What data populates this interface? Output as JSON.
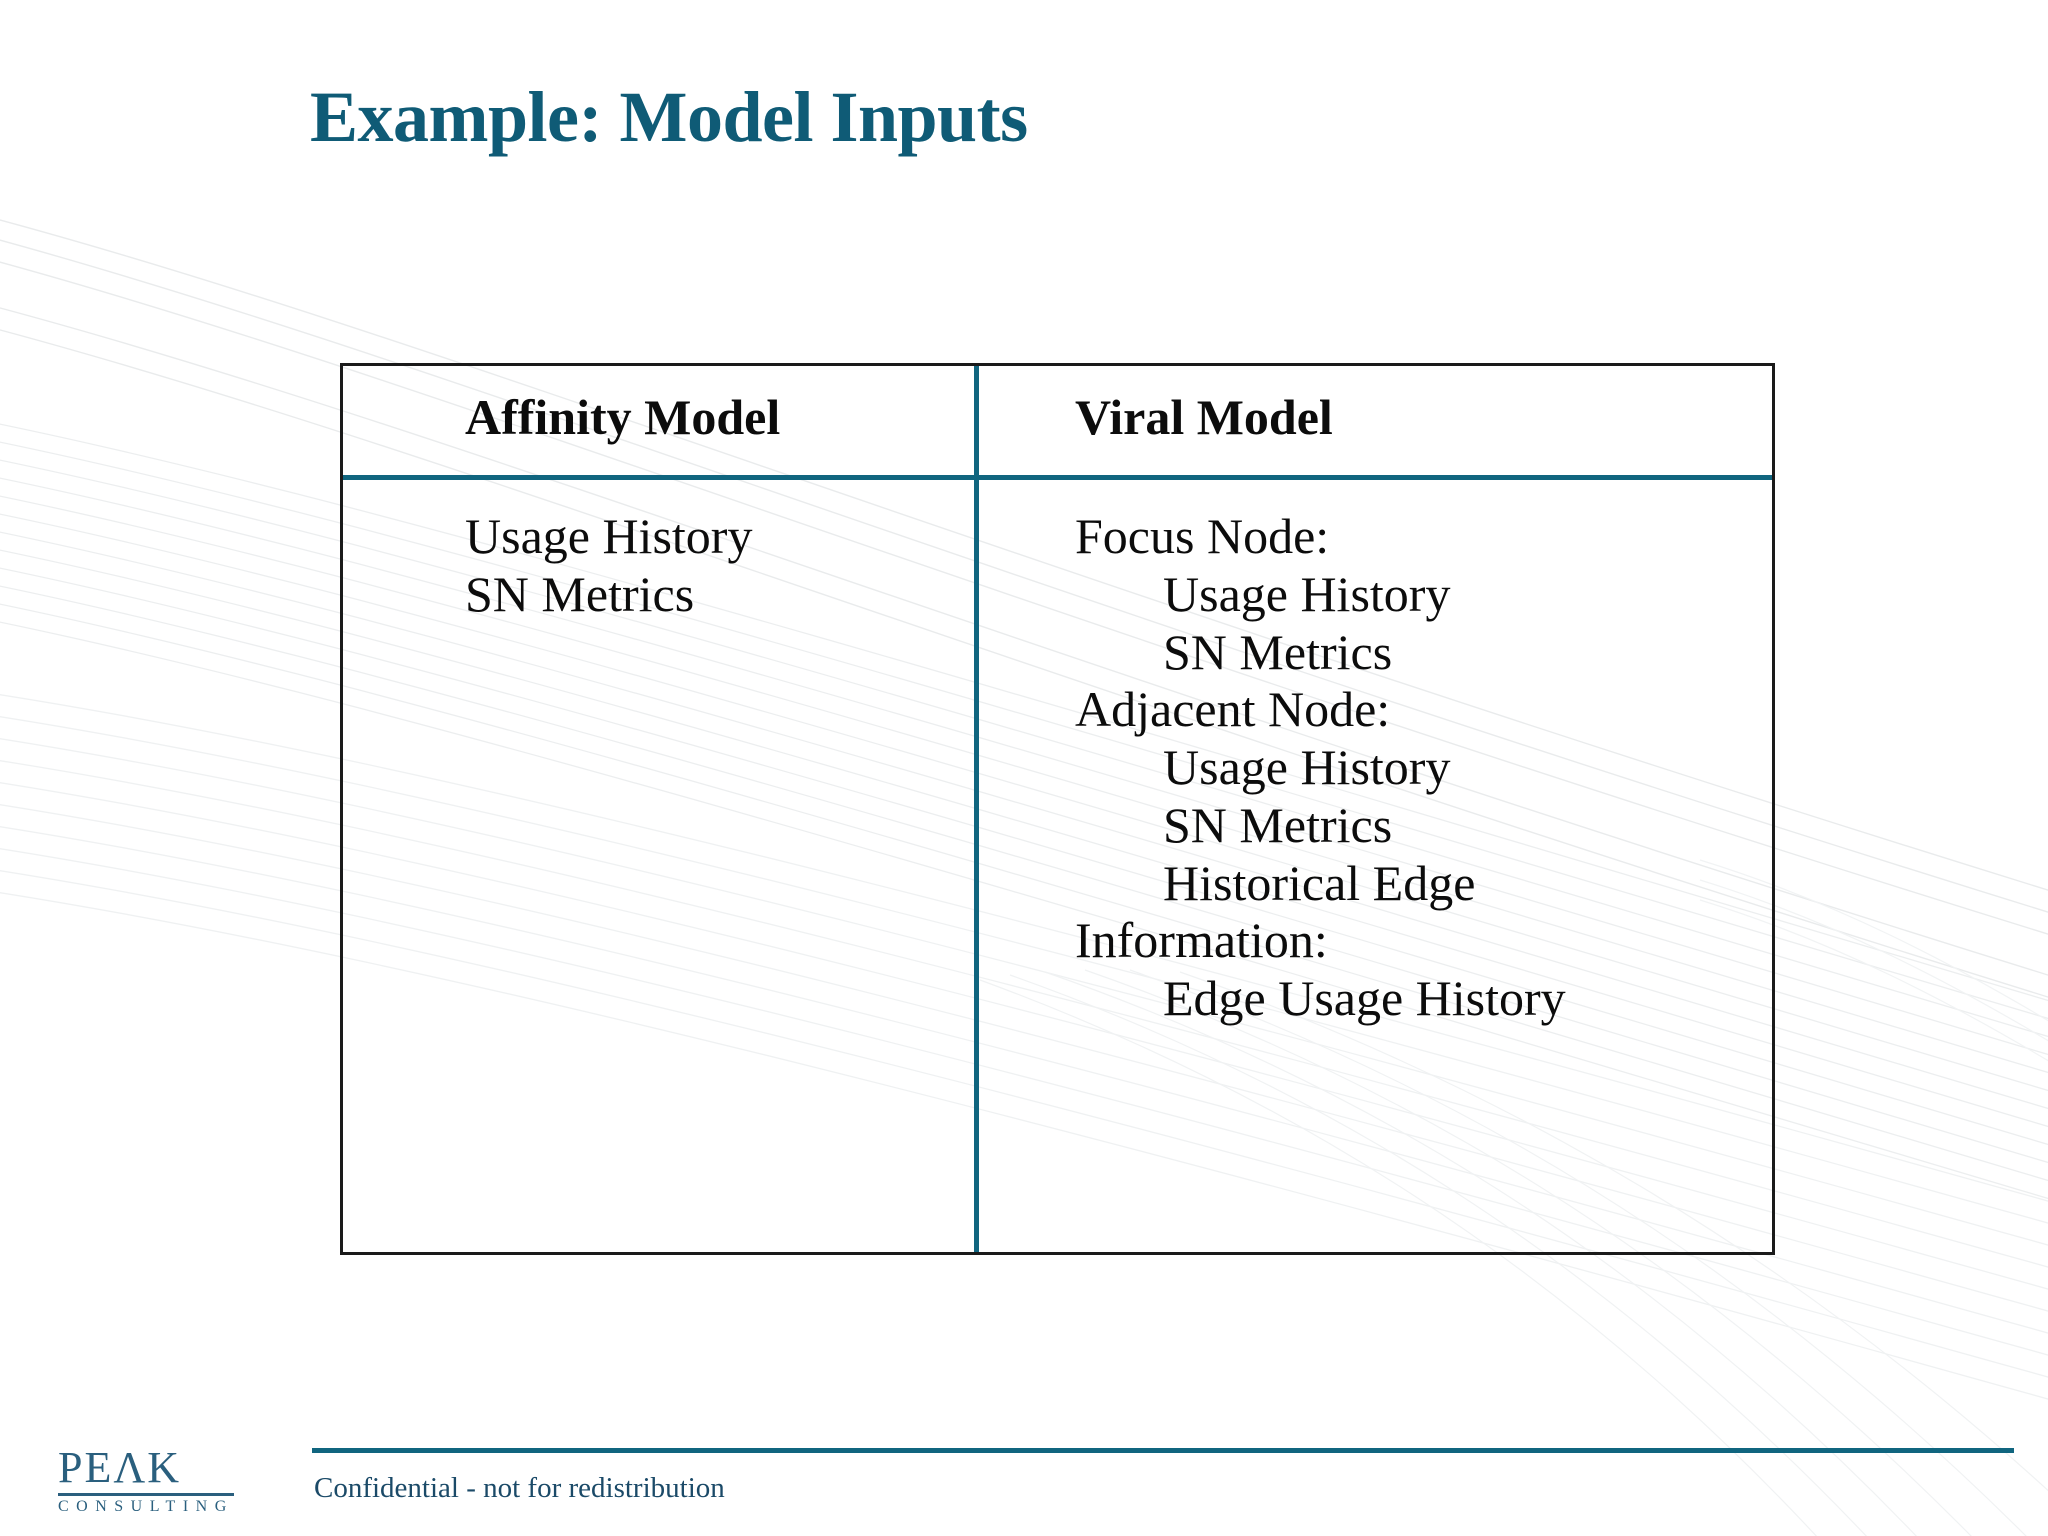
{
  "slide": {
    "title": "Example: Model Inputs",
    "title_color": "#0f5b76",
    "background_color": "#ffffff"
  },
  "table": {
    "border_color": "#1a1a1a",
    "divider_color": "#10657f",
    "columns": [
      {
        "header": "Affinity Model",
        "lines": [
          {
            "text": "Usage History",
            "indent": false
          },
          {
            "text": "SN Metrics",
            "indent": false
          }
        ]
      },
      {
        "header": "Viral Model",
        "lines": [
          {
            "text": "Focus Node:",
            "indent": false
          },
          {
            "text": "Usage History",
            "indent": true
          },
          {
            "text": "SN Metrics",
            "indent": true
          },
          {
            "text": "Adjacent Node:",
            "indent": false
          },
          {
            "text": "Usage History",
            "indent": true
          },
          {
            "text": "SN Metrics",
            "indent": true
          },
          {
            "text": "Historical Edge",
            "indent": true
          },
          {
            "text": "Information:",
            "indent": false
          },
          {
            "text": "Edge Usage History",
            "indent": true
          }
        ]
      }
    ]
  },
  "footer": {
    "note": "Confidential - not for redistribution",
    "note_color": "#1b4a68",
    "rule_color": "#10657f"
  },
  "logo": {
    "word": "PEΛK",
    "subtitle": "CONSULTING",
    "color": "#2a5f7e"
  }
}
